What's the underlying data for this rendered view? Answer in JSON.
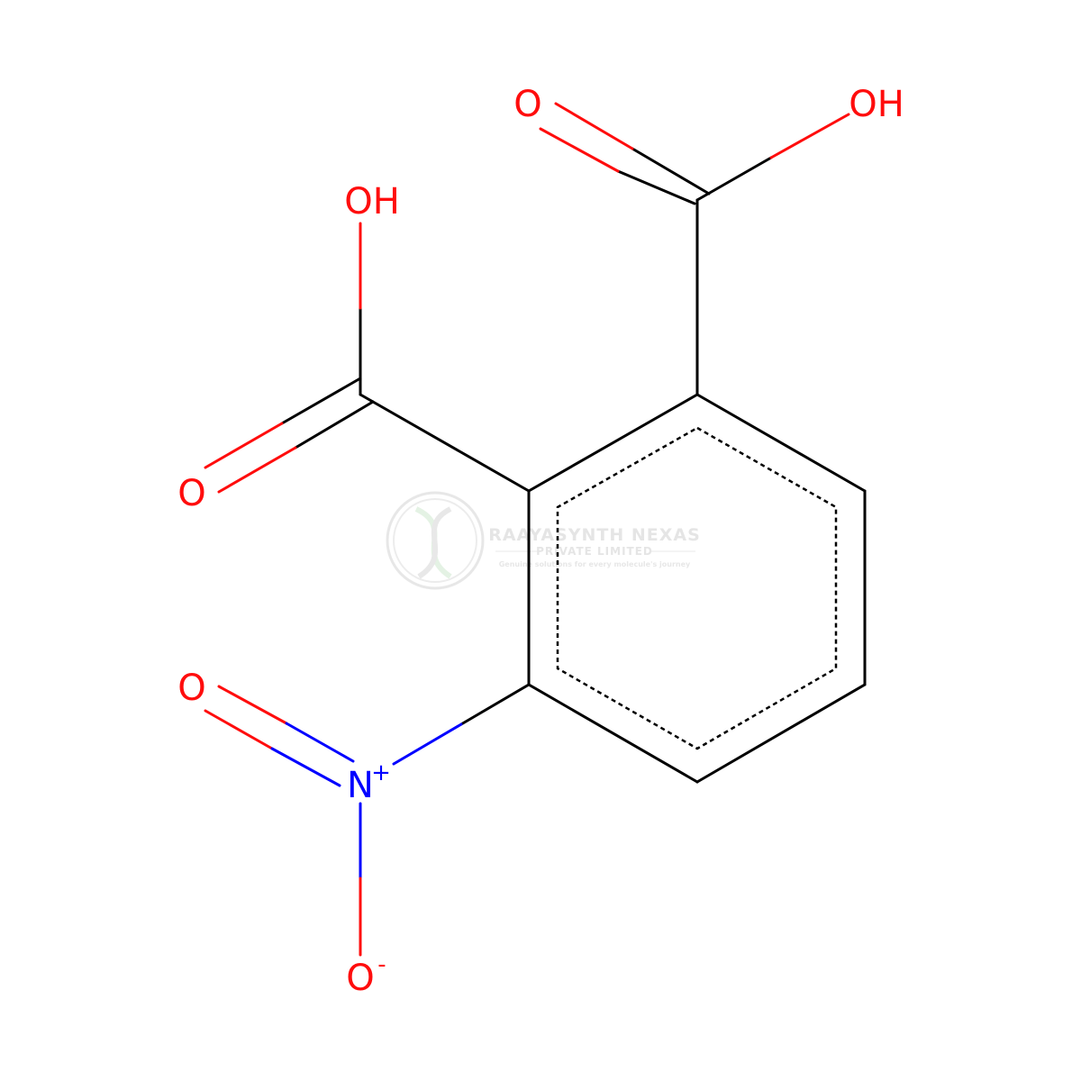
{
  "molecule": {
    "atoms": {
      "o_carbonyl_top": "O",
      "oh_top": "OH",
      "oh_left": "OH",
      "o_carbonyl_left": "O",
      "o_nitro_top": "O",
      "n_nitro": "N",
      "n_charge": "+",
      "o_nitro_bottom": "O",
      "o_charge": "-"
    }
  },
  "watermark": {
    "title": "RAAYASYNTH NEXAS",
    "subtitle": "PRIVATE LIMITED",
    "tagline": "Genuine solutions for every molecule's journey"
  },
  "colors": {
    "bond": "#000000",
    "oxygen": "#ff0d0d",
    "nitrogen": "#0000ff",
    "watermark": "#d4d4d4"
  }
}
